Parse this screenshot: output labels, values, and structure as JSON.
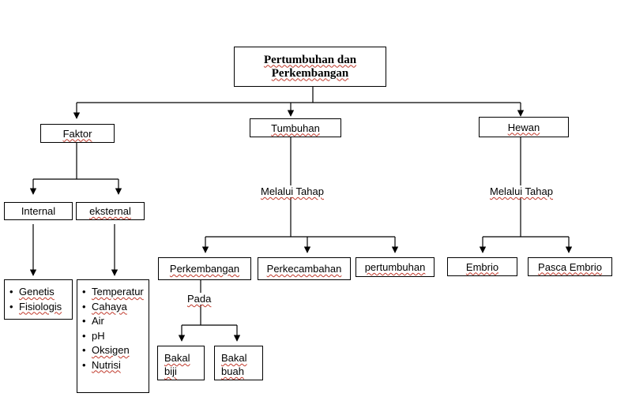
{
  "root": {
    "title_line1": "Pertumbuhan dan",
    "title_line2": "Perkembangan"
  },
  "factors": {
    "label": "Faktor",
    "internal": {
      "label": "Internal",
      "items": [
        "Genetis",
        "Fisiologis"
      ]
    },
    "external": {
      "label": "eksternal",
      "items": [
        "Temperatur",
        "Cahaya",
        "Air",
        "pH",
        "Oksigen",
        "Nutrisi"
      ]
    }
  },
  "plants": {
    "label": "Tumbuhan",
    "via_label": "Melalui Tahap",
    "stages": [
      "Perkembangan",
      "Perkecambahan",
      "pertumbuhan"
    ],
    "development": {
      "on_label": "Pada",
      "items": [
        {
          "line1": "Bakal",
          "line2": "biji"
        },
        {
          "line1": "Bakal",
          "line2": "buah"
        }
      ]
    }
  },
  "animals": {
    "label": "Hewan",
    "via_label": "Melalui Tahap",
    "stages": [
      "Embrio",
      "Pasca Embrio"
    ]
  }
}
